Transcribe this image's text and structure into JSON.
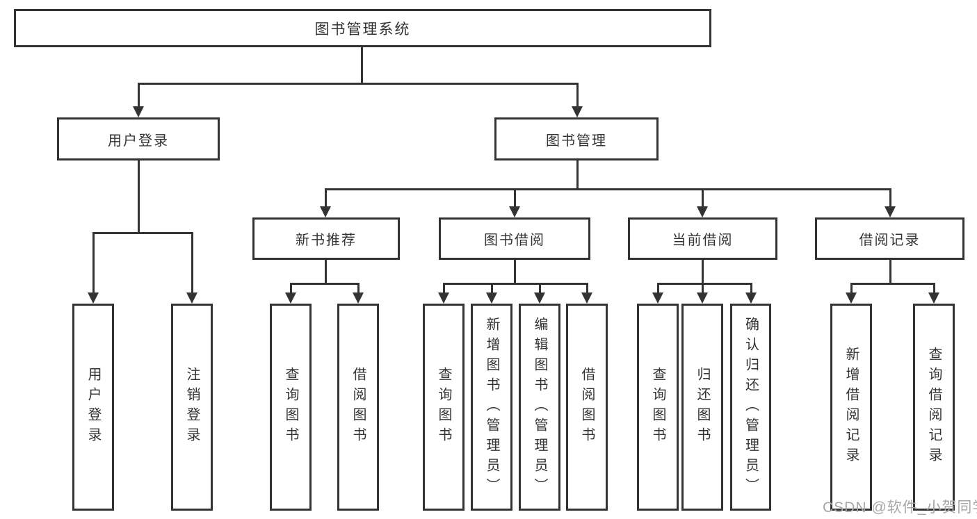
{
  "tree": {
    "label": "图书管理系统",
    "children": [
      {
        "label": "用户登录",
        "children": [
          {
            "label": "用户登录"
          },
          {
            "label": "注销登录"
          }
        ]
      },
      {
        "label": "图书管理",
        "children": [
          {
            "label": "新书推荐",
            "children": [
              {
                "label": "查询图书"
              },
              {
                "label": "借阅图书"
              }
            ]
          },
          {
            "label": "图书借阅",
            "children": [
              {
                "label": "查询图书"
              },
              {
                "label": "新增图书（管理员）"
              },
              {
                "label": "编辑图书（管理员）"
              },
              {
                "label": "借阅图书"
              }
            ]
          },
          {
            "label": "当前借阅",
            "children": [
              {
                "label": "查询图书"
              },
              {
                "label": "归还图书"
              },
              {
                "label": "确认归还（管理员）"
              }
            ]
          },
          {
            "label": "借阅记录",
            "children": [
              {
                "label": "新增借阅记录"
              },
              {
                "label": "查询借阅记录"
              }
            ]
          }
        ]
      }
    ]
  },
  "watermark": "CSDN @软件_小贺同学",
  "colors": {
    "line": "#333333",
    "text": "#333333",
    "background": "#ffffff",
    "watermark": "#a6a6a6"
  }
}
